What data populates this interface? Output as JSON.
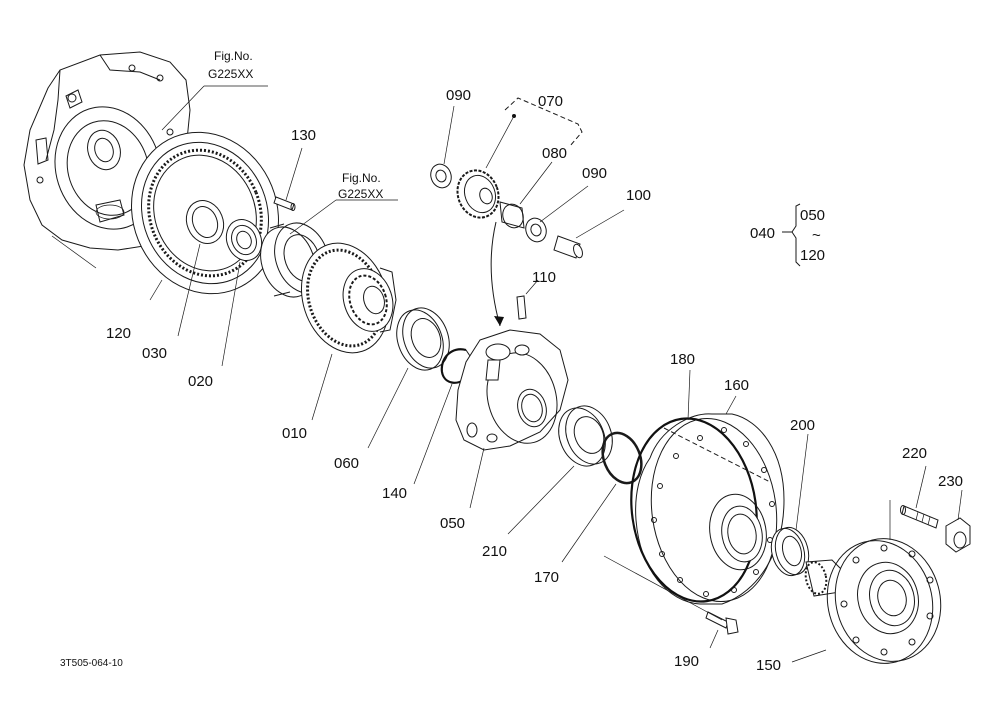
{
  "fig_refs": {
    "top": {
      "line1": "Fig.No.",
      "line2": "G225XX"
    },
    "middle": {
      "line1": "Fig.No.",
      "line2": "G225XX"
    }
  },
  "parts": {
    "p010": "010",
    "p020": "020",
    "p030": "030",
    "p040": "040",
    "p050": "050",
    "p060": "060",
    "p070": "070",
    "p080": "080",
    "p090a": "090",
    "p090b": "090",
    "p100": "100",
    "p110": "110",
    "p120": "120",
    "p130": "130",
    "p140": "140",
    "p150": "150",
    "p160": "160",
    "p170": "170",
    "p180": "180",
    "p190": "190",
    "p200": "200",
    "p210": "210",
    "p220": "220",
    "p230": "230"
  },
  "range_note": {
    "from": "050",
    "tilde": "~",
    "to": "120"
  },
  "drawing_code": "3T505-064-10",
  "colors": {
    "line": "#1a1a1a",
    "background": "#ffffff"
  }
}
